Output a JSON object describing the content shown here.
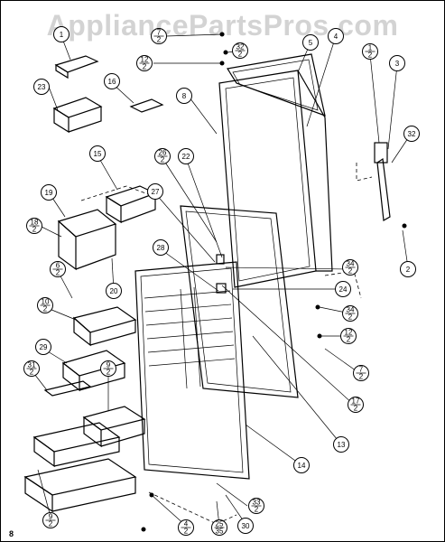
{
  "watermark": "AppliancePartsPros.com",
  "page_number": "8",
  "callouts": [
    {
      "id": "c-1-top",
      "label": "1"
    },
    {
      "id": "c-7-2-top",
      "label": "7/2"
    },
    {
      "id": "c-32-2-top",
      "label": "32/2"
    },
    {
      "id": "c-12-2-top",
      "label": "12/2"
    },
    {
      "id": "c-5",
      "label": "5"
    },
    {
      "id": "c-4",
      "label": "4"
    },
    {
      "id": "c-1-2-right",
      "label": "1/2"
    },
    {
      "id": "c-3",
      "label": "3"
    },
    {
      "id": "c-23",
      "label": "23"
    },
    {
      "id": "c-16",
      "label": "16"
    },
    {
      "id": "c-8",
      "label": "8"
    },
    {
      "id": "c-32-right",
      "label": "32"
    },
    {
      "id": "c-15",
      "label": "15"
    },
    {
      "id": "c-26-2",
      "label": "26/2"
    },
    {
      "id": "c-22",
      "label": "22"
    },
    {
      "id": "c-27",
      "label": "27"
    },
    {
      "id": "c-19",
      "label": "19"
    },
    {
      "id": "c-18-2",
      "label": "18/2"
    },
    {
      "id": "c-28",
      "label": "28"
    },
    {
      "id": "c-20",
      "label": "20"
    },
    {
      "id": "c-2",
      "label": "2"
    },
    {
      "id": "c-34-2-a",
      "label": "34/2"
    },
    {
      "id": "c-6-2",
      "label": "6/2"
    },
    {
      "id": "c-24",
      "label": "24"
    },
    {
      "id": "c-10-2",
      "label": "10/2"
    },
    {
      "id": "c-34-2-b",
      "label": "34/2"
    },
    {
      "id": "c-12-2-right",
      "label": "12/2"
    },
    {
      "id": "c-29",
      "label": "29"
    },
    {
      "id": "c-7-2-right",
      "label": "7/2"
    },
    {
      "id": "c-31-2",
      "label": "31/2"
    },
    {
      "id": "c-17-2",
      "label": "17/2"
    },
    {
      "id": "c-9-2",
      "label": "9/2"
    },
    {
      "id": "c-13",
      "label": "13"
    },
    {
      "id": "c-14",
      "label": "14"
    },
    {
      "id": "c-33-2",
      "label": "33/2"
    },
    {
      "id": "c-9-2-bottom",
      "label": "9/2"
    },
    {
      "id": "c-4-2",
      "label": "4/2"
    },
    {
      "id": "c-25-35",
      "label": "25/35"
    },
    {
      "id": "c-30",
      "label": "30"
    }
  ]
}
